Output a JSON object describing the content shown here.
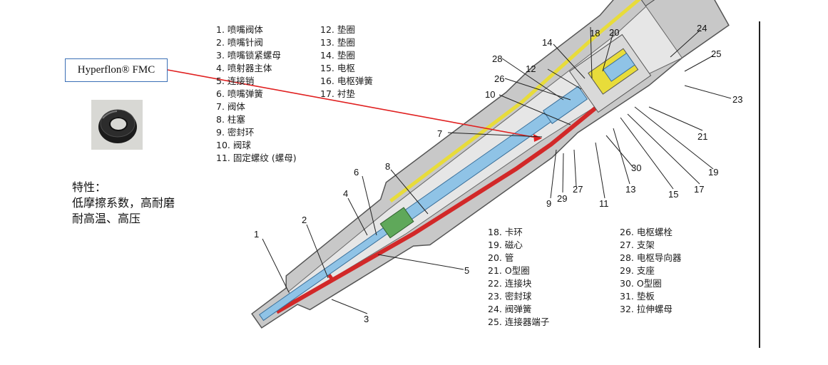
{
  "callout": {
    "label": "Hyperflon® FMC"
  },
  "properties": {
    "title": "特性：",
    "line1": "低摩擦系数，高耐磨",
    "line2": "耐高温、高压"
  },
  "parts_list_1": [
    "1. 喷嘴阀体",
    "2. 喷嘴针阀",
    "3. 喷嘴锁紧螺母",
    "4. 喷射器主体",
    "5. 连接销",
    "6. 喷嘴弹簧",
    "7. 阀体",
    "8. 柱塞",
    "9. 密封环",
    "10. 阀球",
    "11. 固定螺纹 (螺母)"
  ],
  "parts_list_2": [
    "12. 垫圈",
    "13. 垫圈",
    "14. 垫圈",
    "15. 电枢",
    "16. 电枢弹簧",
    "17. 衬垫"
  ],
  "parts_list_3": [
    "18. 卡环",
    "19. 磁心",
    "20. 管",
    "21. O型圈",
    "22. 连接块",
    "23. 密封球",
    "24. 阀弹簧",
    "25. 连接器端子"
  ],
  "parts_list_4": [
    "26. 电枢螺栓",
    "27. 支架",
    "28. 电枢导向器",
    "29. 支座",
    "30. O型圈",
    "31. 垫板",
    "32. 拉伸螺母"
  ],
  "diagram_numbers": [
    "1",
    "2",
    "3",
    "4",
    "5",
    "6",
    "7",
    "8",
    "9",
    "10",
    "11",
    "12",
    "13",
    "14",
    "15",
    "17",
    "18",
    "19",
    "20",
    "21",
    "23",
    "24",
    "25",
    "26",
    "27",
    "28",
    "29",
    "30"
  ],
  "colors": {
    "callout_border": "#3b6fb6",
    "arrow_red": "#e02020",
    "body_gray": "#c8c8c8",
    "plunger_blue": "#8fc3e6",
    "fuel_yellow": "#e8dc3a",
    "fuel_red": "#d22828"
  }
}
